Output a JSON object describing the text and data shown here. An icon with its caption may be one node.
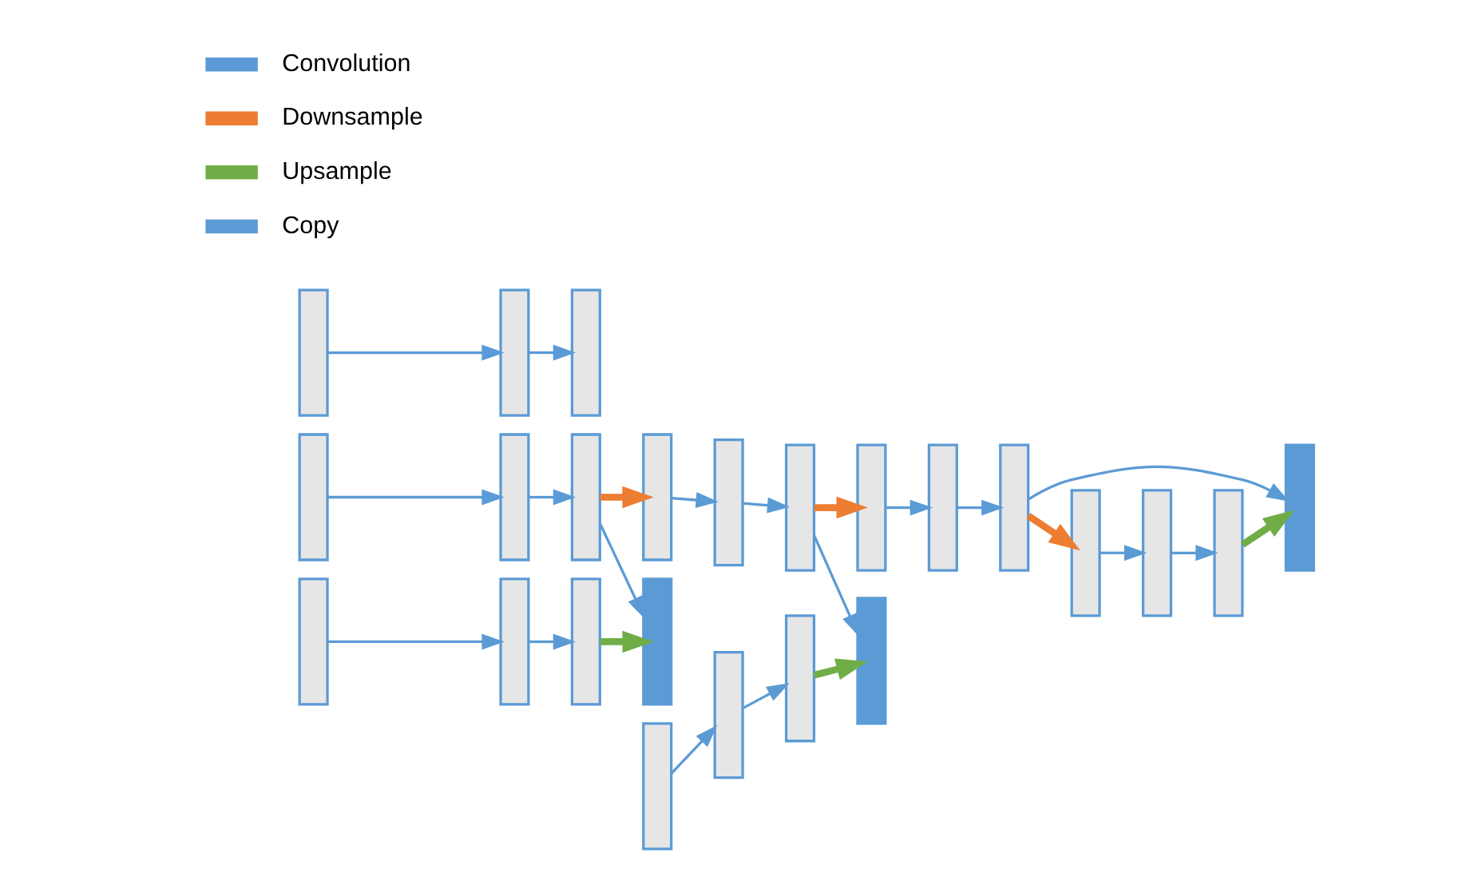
{
  "diagram": {
    "nodes": [
      {
        "text": [],
        "shape": "bar"
      },
      {
        "text": [],
        "shape": "bar"
      },
      {
        "text": [],
        "shape": "bar"
      },
      {
        "text": [],
        "shape": "bar"
      },
      {
        "text": [],
        "shape": "bar"
      },
      {
        "text": [],
        "shape": "bar"
      },
      {
        "text": [],
        "shape": "bar"
      },
      {
        "text": [],
        "shape": "bar"
      },
      {
        "text": [],
        "shape": "bar"
      },
      {
        "text": [],
        "shape": "bar"
      },
      {
        "text": [],
        "shape": "bar"
      },
      {
        "text": [],
        "shape": "bar"
      },
      {
        "text": [],
        "shape": "bar"
      },
      {
        "text": [],
        "shape": "bar"
      },
      {
        "text": [],
        "shape": "bar"
      },
      {
        "text": [],
        "shape": "bar"
      },
      {
        "text": [],
        "shape": "bar"
      },
      {
        "text": [],
        "shape": "bar"
      },
      {
        "text": [],
        "shape": "bar"
      },
      {
        "text": [],
        "shape": "bar"
      },
      {
        "text": [],
        "shape": "bar"
      },
      {
        "text": [],
        "shape": "bar"
      },
      {
        "text": [],
        "shape": "bar"
      },
      {
        "text": [],
        "shape": "bar"
      }
    ],
    "edges": [
      {
        "from": 0,
        "to": 1,
        "arrow": "to"
      },
      {
        "from": 1,
        "to": 2,
        "arrow": "to"
      },
      {
        "from": 2,
        "to": 3,
        "arrow": "to"
      },
      {
        "from": 4,
        "to": 5,
        "arrow": "to"
      },
      {
        "from": 5,
        "to": 6,
        "arrow": "to"
      },
      {
        "from": 2,
        "to": 7,
        "arrow": "to",
        "style": "thick",
        "color": "#ed7d31"
      },
      {
        "from": 7,
        "to": 8,
        "arrow": "to"
      },
      {
        "from": 8,
        "to": 9,
        "arrow": "to"
      },
      {
        "from": 9,
        "to": 10,
        "arrow": "to"
      },
      {
        "from": 11,
        "to": 12,
        "arrow": "to"
      },
      {
        "from": 12,
        "to": 13,
        "arrow": "to"
      },
      {
        "from": 13,
        "to": 3,
        "arrow": "to",
        "style": "thick",
        "color": "#70ad47"
      },
      {
        "from": 9,
        "to": 14,
        "arrow": "to",
        "style": "thick",
        "color": "#ed7d31"
      },
      {
        "from": 14,
        "to": 15,
        "arrow": "to"
      },
      {
        "from": 15,
        "to": 16,
        "arrow": "to"
      },
      {
        "from": 16,
        "to": 17,
        "arrow": "to"
      },
      {
        "from": 18,
        "to": 19,
        "arrow": "to"
      },
      {
        "from": 19,
        "to": 20,
        "arrow": "to"
      },
      {
        "from": 20,
        "to": 10,
        "arrow": "to",
        "style": "thick",
        "color": "#70ad47"
      },
      {
        "from": 16,
        "to": 21,
        "arrow": "to",
        "style": "thick",
        "color": "#ed7d31"
      },
      {
        "from": 21,
        "to": 22,
        "arrow": "to"
      },
      {
        "from": 22,
        "to": 23,
        "arrow": "to"
      },
      {
        "from": 23,
        "to": 17,
        "arrow": "to",
        "style": "thick",
        "color": "#70ad47"
      }
    ],
    "legend": [
      {
        "text": "Convolution"
      },
      {
        "text": "Downsample"
      },
      {
        "text": "Upsample"
      },
      {
        "text": "Copy"
      }
    ]
  }
}
